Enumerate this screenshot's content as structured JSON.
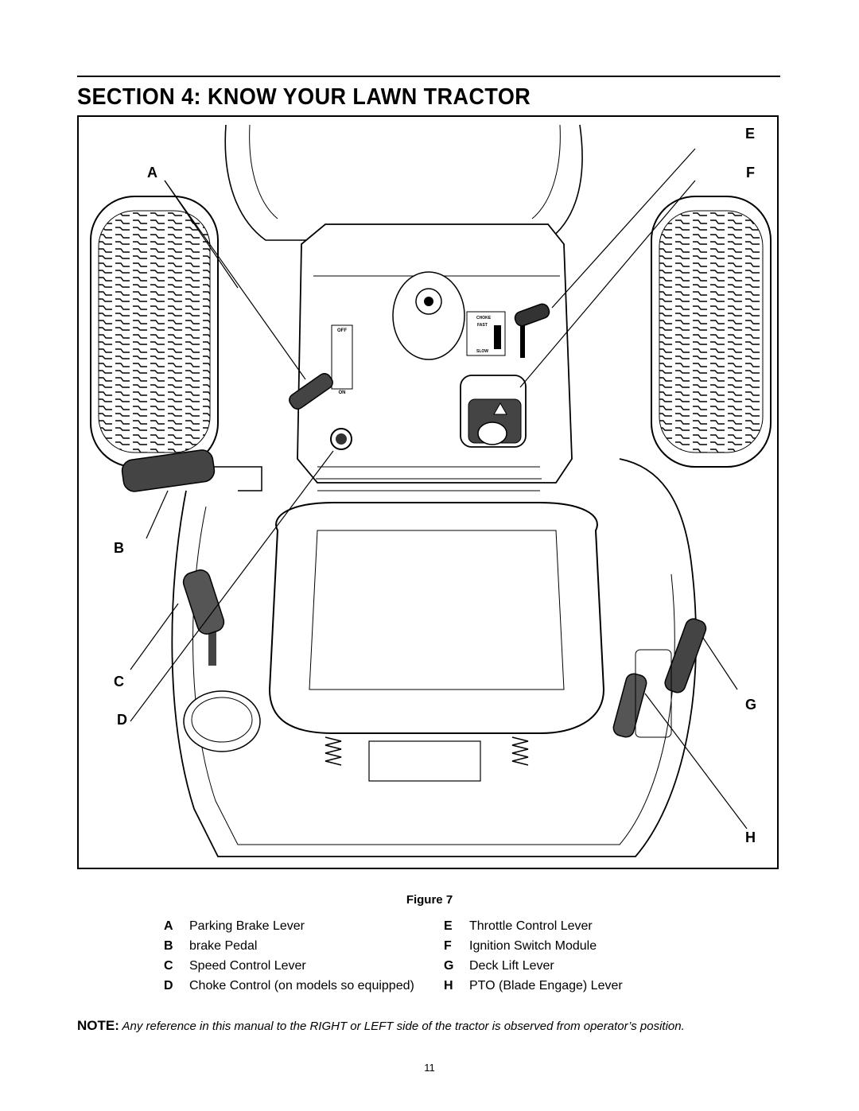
{
  "header": {
    "section_title": "SECTION 4:  KNOW YOUR LAWN TRACTOR"
  },
  "figure": {
    "callouts": {
      "a": "A",
      "b": "B",
      "c": "C",
      "d": "D",
      "e": "E",
      "f": "F",
      "g": "G",
      "h": "H"
    },
    "panel_labels": {
      "off": "OFF",
      "on": "ON",
      "choke": "CHOKE",
      "fast": "FAST",
      "slow": "SLOW"
    },
    "caption": "Figure 7"
  },
  "legend": {
    "left": [
      {
        "letter": "A",
        "text": "Parking Brake Lever"
      },
      {
        "letter": "B",
        "text": "brake Pedal"
      },
      {
        "letter": "C",
        "text": "Speed Control Lever"
      },
      {
        "letter": "D",
        "text": "Choke Control (on models so equipped)"
      }
    ],
    "right": [
      {
        "letter": "E",
        "text": "Throttle Control Lever"
      },
      {
        "letter": "F",
        "text": "Ignition Switch Module"
      },
      {
        "letter": "G",
        "text": "Deck Lift Lever"
      },
      {
        "letter": "H",
        "text": "PTO (Blade Engage) Lever"
      }
    ]
  },
  "note": {
    "label": "NOTE:",
    "text": " Any reference in this manual to the RIGHT or LEFT side of the tractor is observed from operator’s position."
  },
  "footer": {
    "page_number": "11"
  }
}
